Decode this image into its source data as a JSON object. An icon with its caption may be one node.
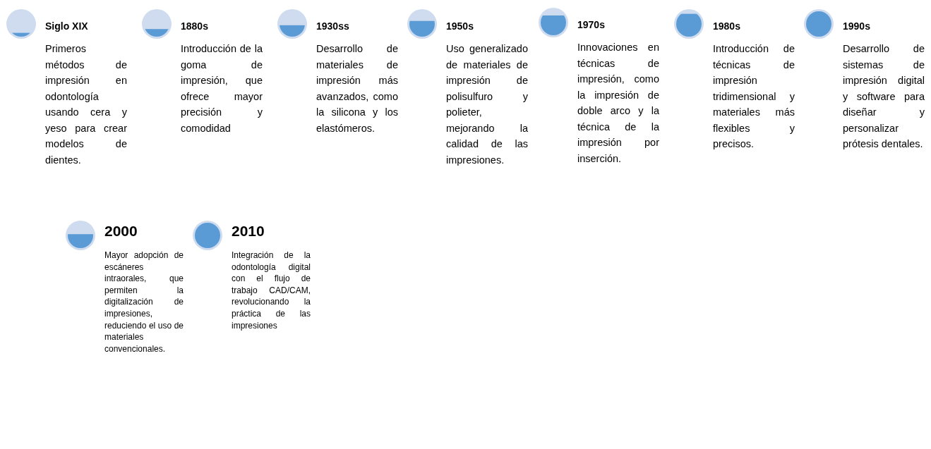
{
  "diagram": {
    "nodes": [
      {
        "text": [
          "Siglo XIX",
          "Primeros métodos de impresión en odontología usando cera y yeso para crear modelos de dientes."
        ]
      },
      {
        "text": [
          "1880s",
          "Introducción de la goma de impresión, que ofrece mayor precisión y comodidad"
        ]
      },
      {
        "text": [
          "1930ss",
          "Desarrollo de materiales de impresión más avanzados, como la silicona y los elastómeros."
        ]
      },
      {
        "text": [
          "1950s",
          "Uso generalizado de materiales de impresión de polisulfuro y polieter, mejorando la calidad de las impresiones."
        ]
      },
      {
        "text": [
          "1970s",
          "Innovaciones en técnicas de impresión, como la impresión de doble arco y la técnica de la impresión por inserción."
        ]
      },
      {
        "text": [
          "1980s",
          "Introducción de técnicas de impresión tridimensional y materiales más flexibles y precisos."
        ]
      },
      {
        "text": [
          "1990s",
          "Desarrollo de sistemas de impresión digital y software para diseñar y personalizar prótesis dentales."
        ]
      },
      {
        "text": [
          "2000",
          "Mayor adopción de escáneres intraorales, que permiten la digitalización de impresiones, reduciendo el uso de materiales convencionales."
        ]
      },
      {
        "text": [
          "2010",
          "Integración de la odontología digital con el flujo de trabajo CAD/CAM, revolucionando la práctica de las impresiones"
        ]
      }
    ]
  }
}
